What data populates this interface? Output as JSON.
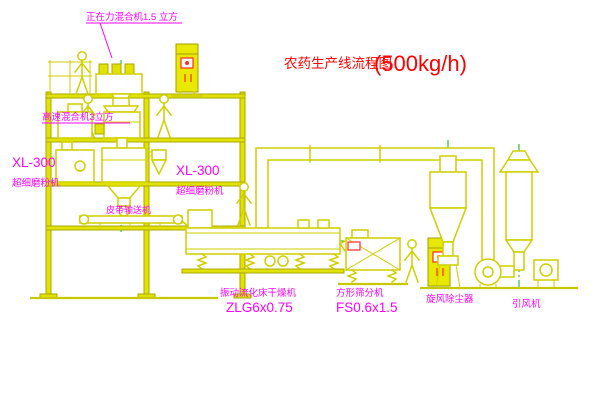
{
  "colors": {
    "line": "#cfcf00",
    "machine_fill": "#e8e800",
    "label": "#ff00ff",
    "title": "#ff0000",
    "centerline": "#00b800",
    "detail_red": "#ff2a2a"
  },
  "title": {
    "name": "农药生产线流程图",
    "capacity": "(500kg/h)"
  },
  "labels": {
    "mixer_top": "正在力混合机1.5 立方",
    "high_speed_mixer": "高速混合机3立方",
    "mill_left_model": "XL-300",
    "mill_left_name": "超细磨粉机",
    "mill_center_model": "XL-300",
    "mill_center_name": "超细磨粉机",
    "belt_conveyor": "皮带输送机",
    "dryer_name": "振动流化床干燥机",
    "dryer_model": "ZLG6x0.75",
    "sieve_name": "方形筛分机",
    "sieve_model": "FS0.6x1.5",
    "cyclone": "旋风除尘器",
    "fan": "引风机"
  }
}
